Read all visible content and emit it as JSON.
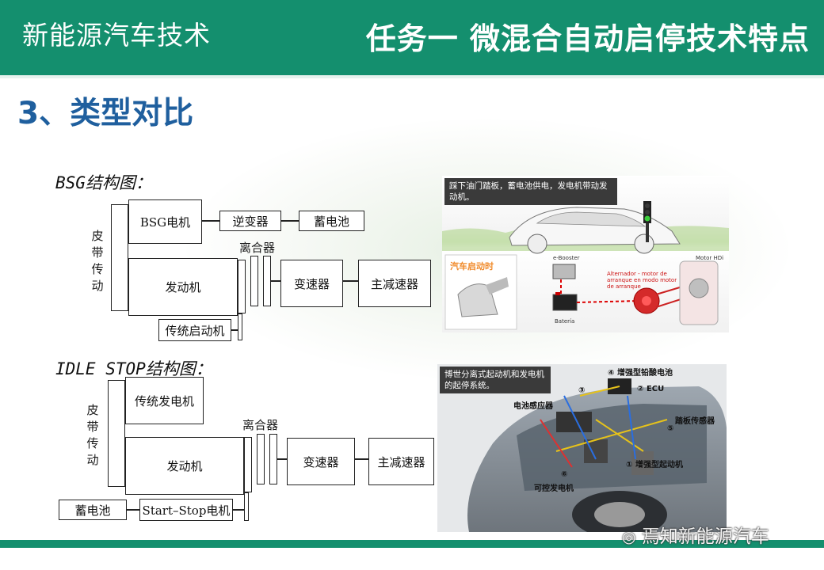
{
  "header": {
    "course_title": "新能源汽车技术",
    "task_title": "任务一 微混合自动启停技术特点"
  },
  "section_title": "3、类型对比",
  "bsg": {
    "title": "BSG结构图：",
    "belt_label": "皮带传动",
    "bsg_motor": "BSG电机",
    "inverter": "逆变器",
    "battery": "蓄电池",
    "clutch": "离合器",
    "engine": "发动机",
    "transmission": "变速器",
    "final_drive": "主减速器",
    "starter": "传统启动机"
  },
  "bsg_photo": {
    "caption": "踩下油门踏板，蓄电池供电，发电机带动发动机。",
    "start_label": "汽车启动时",
    "ebooster": "e-Booster",
    "alternator": "Alternador - motor de arranque en modo motor de arranque",
    "motor": "Motor HDi",
    "bateria": "Batería"
  },
  "idle": {
    "title": "IDLE STOP结构图：",
    "belt_label": "皮带传动",
    "generator": "传统发电机",
    "clutch": "离合器",
    "engine": "发动机",
    "transmission": "变速器",
    "final_drive": "主减速器",
    "battery": "蓄电池",
    "ss_motor": "Start–Stop电机"
  },
  "idle_photo": {
    "caption": "博世分离式起动机和发电机的起停系统。",
    "c4": "④ 增强型铅酸电池",
    "c3": "③",
    "c2": "② ECU",
    "c_sensor": "电池感应器",
    "c5": "⑤",
    "c_pedal": "踏板传感器",
    "c1": "① 增强型起动机",
    "c6": "⑥",
    "c_gen": "可控发电机"
  },
  "watermark": "焉知新能源汽车",
  "colors": {
    "header": "#148f6e",
    "section": "#1f5f9e"
  }
}
